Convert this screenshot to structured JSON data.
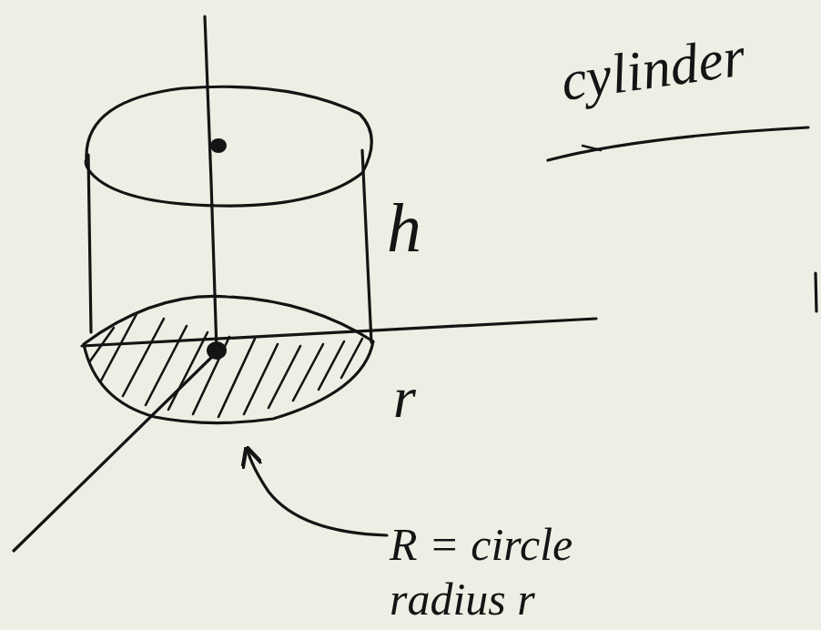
{
  "diagram": {
    "labels": [
      "cylinder",
      "h",
      "r",
      "R = circle radius r"
    ]
  }
}
